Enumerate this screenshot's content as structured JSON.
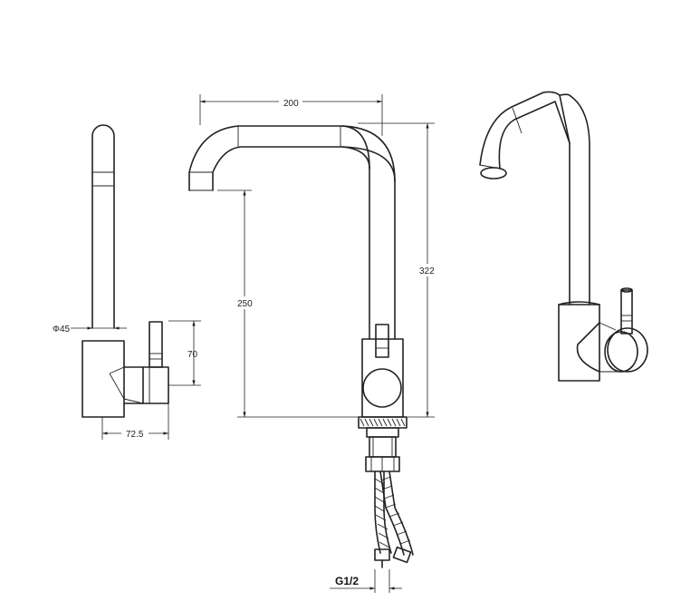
{
  "dimensions": {
    "diameter": "Φ45",
    "body_height": "70",
    "depth": "72.5",
    "reach": "200",
    "spout_height": "250",
    "total_height": "322",
    "thread": "G1/2"
  },
  "views": [
    "side-view",
    "front-view",
    "perspective-view"
  ]
}
